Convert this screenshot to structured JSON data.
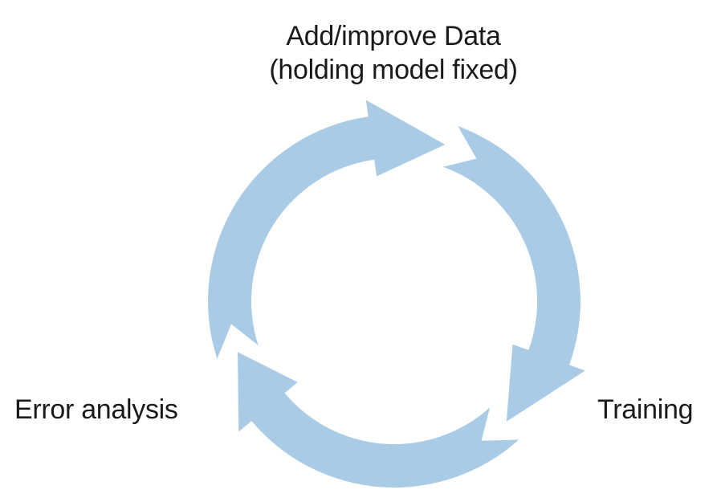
{
  "labels": {
    "top_line1": "Add/improve Data",
    "top_line2": "(holding model fixed)",
    "right": "Training",
    "left": "Error analysis"
  },
  "colors": {
    "arrow_fill": "#a9cbe6",
    "text": "#1a1a1a",
    "background": "#ffffff"
  },
  "icons": [
    "cycle-arrow-top",
    "cycle-arrow-right",
    "cycle-arrow-bottom-left"
  ]
}
